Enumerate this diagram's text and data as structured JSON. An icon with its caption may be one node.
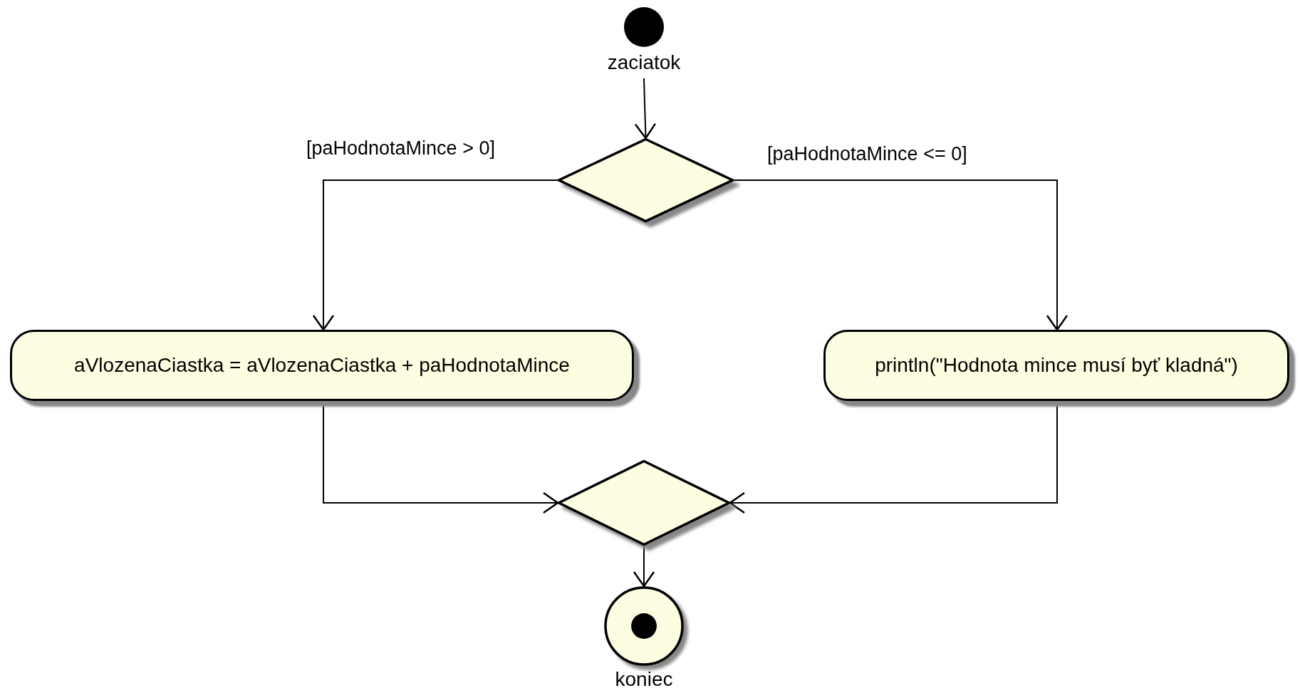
{
  "diagram": {
    "nodes": [
      {
        "text": [],
        "shape": "circle",
        "beside": [
          "zaciatok"
        ]
      },
      {
        "text": [],
        "shape": "diamond"
      },
      {
        "text": [
          "aVlozenaCiastka = aVlozenaCiastka + paHodnotaMince"
        ]
      },
      {
        "text": [
          "println(\"Hodnota mince musí byť kladná\")"
        ]
      },
      {
        "text": [],
        "shape": "diamond"
      },
      {
        "text": [],
        "shape": "circle",
        "beside": [
          "koniec"
        ]
      }
    ],
    "edges": [
      {
        "from": 0,
        "to": 1,
        "arrow": "to"
      },
      {
        "from": 1,
        "to": 2,
        "arrow": "to",
        "label": "[paHodnotaMince > 0]"
      },
      {
        "from": 1,
        "to": 3,
        "arrow": "to",
        "label": "[paHodnotaMince <= 0]"
      },
      {
        "from": 2,
        "to": 4,
        "arrow": "to"
      },
      {
        "from": 3,
        "to": 4,
        "arrow": "to"
      },
      {
        "from": 4,
        "to": 5,
        "arrow": "to"
      }
    ]
  }
}
